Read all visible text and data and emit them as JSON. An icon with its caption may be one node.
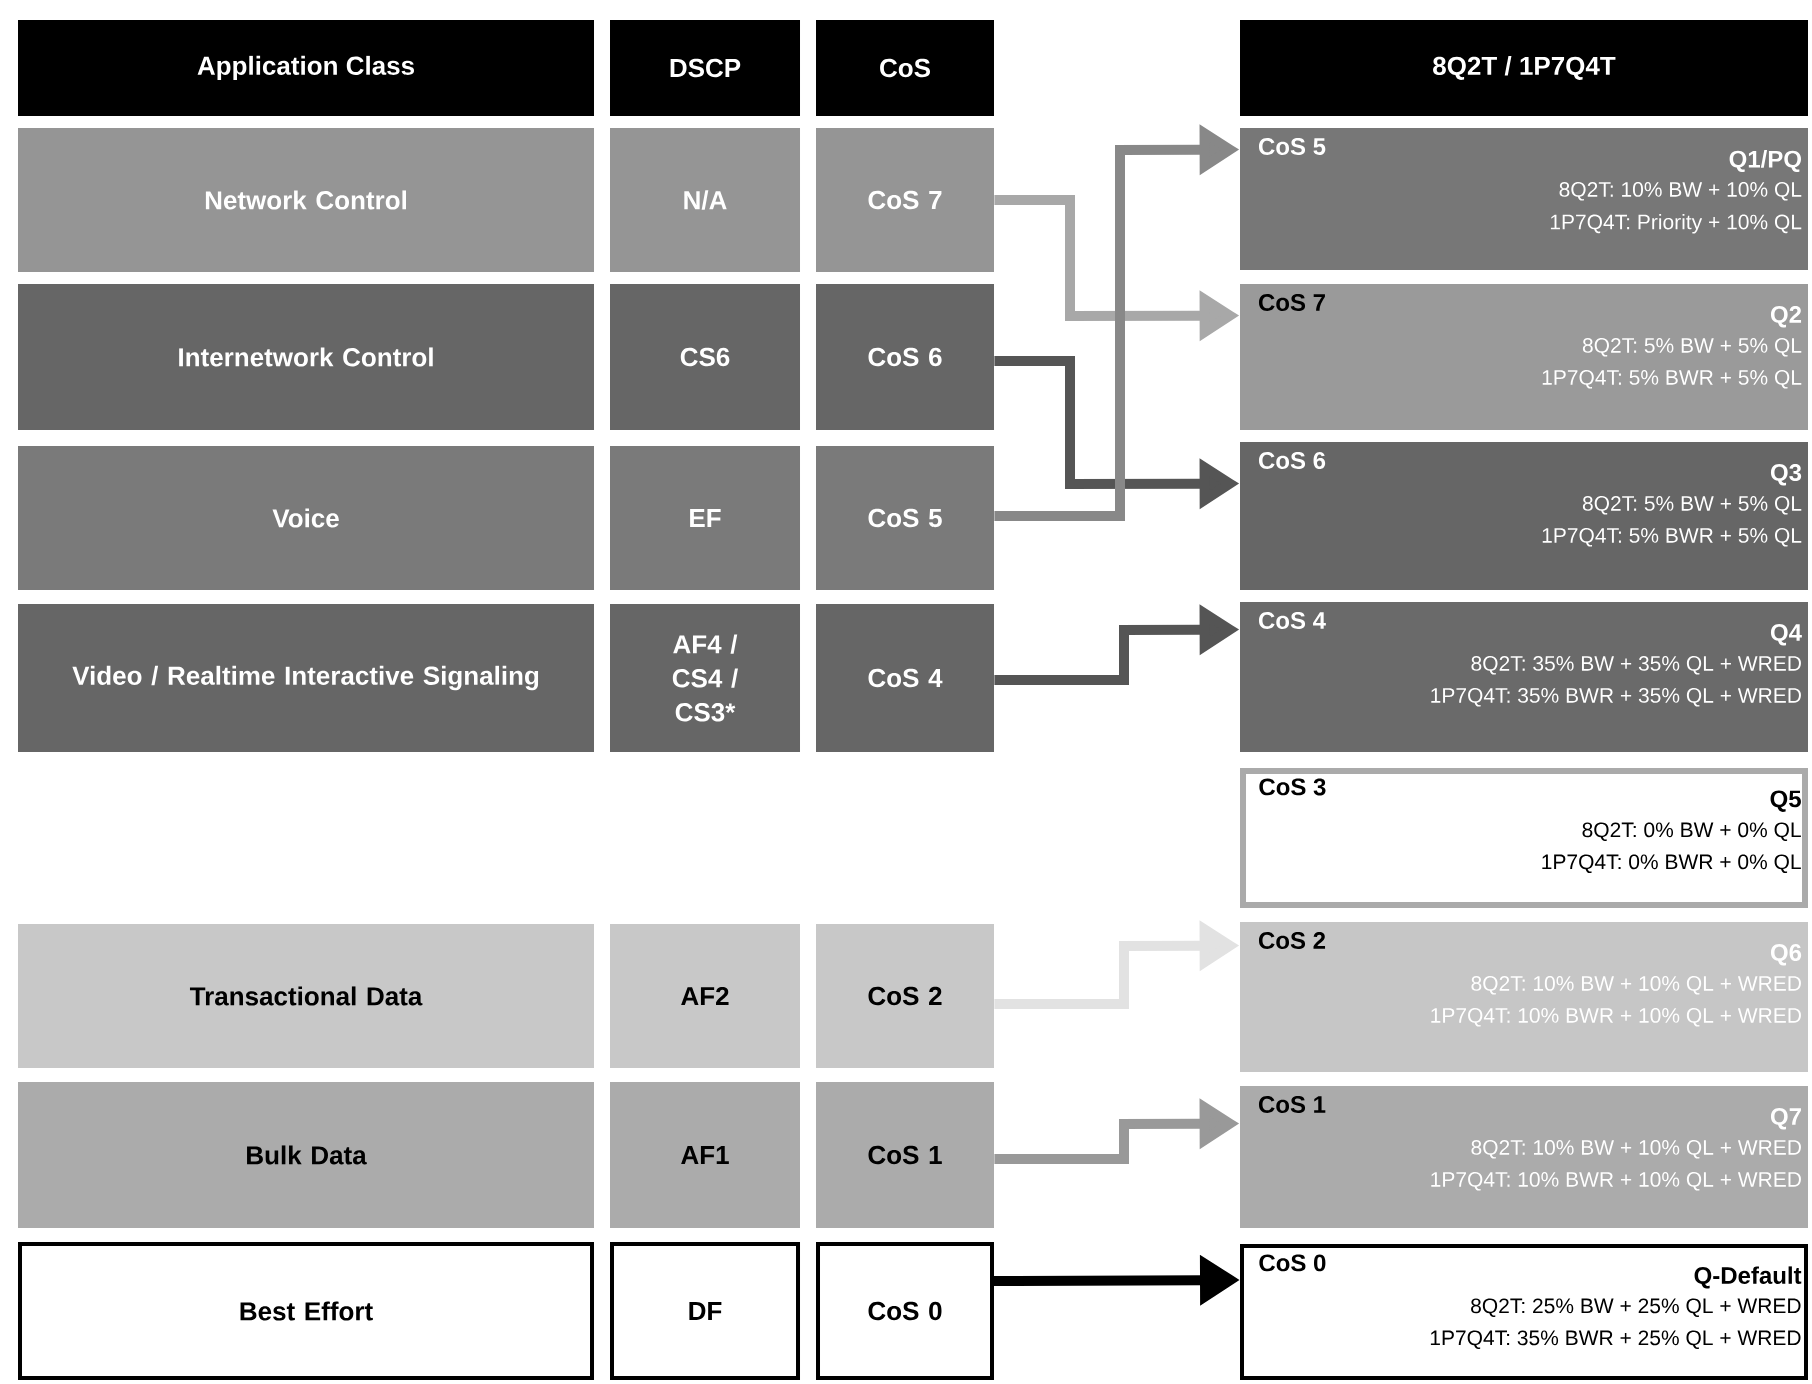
{
  "diagram": {
    "nodes": [
      {
        "text": [
          "Application Class"
        ]
      },
      {
        "text": [
          "DSCP"
        ]
      },
      {
        "text": [
          "CoS"
        ]
      },
      {
        "text": [
          "8Q2T / 1P7Q4T"
        ]
      },
      {
        "text": [
          "Network Control"
        ]
      },
      {
        "text": [
          "N/A"
        ]
      },
      {
        "text": [
          "CoS 7"
        ]
      },
      {
        "text": [
          "CoS 5",
          "Q1/PQ",
          "8Q2T: 10% BW + 10% QL",
          "1P7Q4T: Priority + 10% QL"
        ]
      },
      {
        "text": [
          "Internetwork Control"
        ]
      },
      {
        "text": [
          "CS6"
        ]
      },
      {
        "text": [
          "CoS 6"
        ]
      },
      {
        "text": [
          "CoS 7",
          "Q2",
          "8Q2T: 5% BW + 5% QL",
          "1P7Q4T: 5% BWR + 5% QL"
        ]
      },
      {
        "text": [
          "Voice"
        ]
      },
      {
        "text": [
          "EF"
        ]
      },
      {
        "text": [
          "CoS 5"
        ]
      },
      {
        "text": [
          "CoS 6",
          "Q3",
          "8Q2T: 5% BW + 5% QL",
          "1P7Q4T: 5% BWR + 5% QL"
        ]
      },
      {
        "text": [
          "Video / Realtime Interactive Signaling"
        ]
      },
      {
        "text": [
          "AF4 / CS4 / CS3*"
        ]
      },
      {
        "text": [
          "CoS 4"
        ]
      },
      {
        "text": [
          "CoS 4",
          "Q4",
          "8Q2T: 35% BW + 35% QL + WRED",
          "1P7Q4T: 35% BWR + 35% QL + WRED"
        ]
      },
      {
        "text": [
          "CoS 3",
          "Q5",
          "8Q2T: 0% BW + 0% QL",
          "1P7Q4T: 0% BWR + 0% QL"
        ]
      },
      {
        "text": [
          "Transactional Data"
        ]
      },
      {
        "text": [
          "AF2"
        ]
      },
      {
        "text": [
          "CoS 2"
        ]
      },
      {
        "text": [
          "CoS 2",
          "Q6",
          "8Q2T: 10% BW + 10% QL + WRED",
          "1P7Q4T: 10% BWR + 10% QL + WRED"
        ]
      },
      {
        "text": [
          "Bulk Data"
        ]
      },
      {
        "text": [
          "AF1"
        ]
      },
      {
        "text": [
          "CoS 1"
        ]
      },
      {
        "text": [
          "CoS 1",
          "Q7",
          "8Q2T: 10% BW + 10% QL + WRED",
          "1P7Q4T: 10% BWR + 10% QL + WRED"
        ]
      },
      {
        "text": [
          "Best Effort"
        ]
      },
      {
        "text": [
          "DF"
        ]
      },
      {
        "text": [
          "CoS 0"
        ]
      },
      {
        "text": [
          "CoS 0",
          "Q-Default",
          "8Q2T: 25% BW + 25% QL + WRED",
          "1P7Q4T: 35% BWR + 25% QL + WRED"
        ]
      }
    ],
    "edges": [
      {
        "from": 6,
        "to": 11,
        "arrow": "to",
        "color": "#a8a8a8"
      },
      {
        "from": 10,
        "to": 15,
        "arrow": "to",
        "color": "#555555"
      },
      {
        "from": 14,
        "to": 7,
        "arrow": "to",
        "color": "#888888"
      },
      {
        "from": 18,
        "to": 19,
        "arrow": "to",
        "color": "#555555"
      },
      {
        "from": 23,
        "to": 24,
        "arrow": "to",
        "color": "#e2e2e2"
      },
      {
        "from": 27,
        "to": 28,
        "arrow": "to",
        "color": "#999999"
      },
      {
        "from": 31,
        "to": 32,
        "arrow": "to",
        "color": "#000000"
      }
    ]
  }
}
